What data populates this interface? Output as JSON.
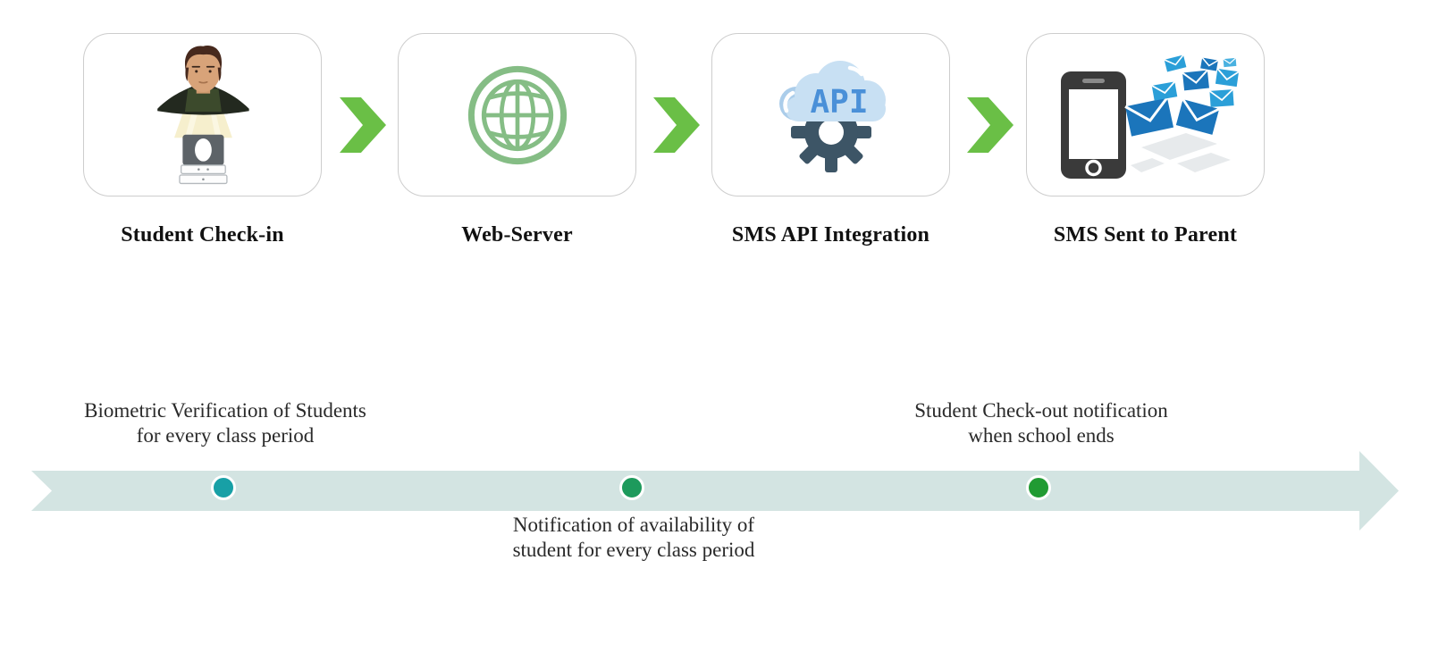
{
  "flow": {
    "chevron_color": "#6abf46",
    "steps": [
      {
        "label": "Student Check-in",
        "icon": "biometric-checkin-icon"
      },
      {
        "label": "Web-Server",
        "icon": "globe-icon"
      },
      {
        "label": "SMS API Integration",
        "icon": "cloud-api-gear-icon",
        "icon_text": "API"
      },
      {
        "label": "SMS Sent to Parent",
        "icon": "phone-sms-icon"
      }
    ]
  },
  "timeline": {
    "band_color": "#d3e4e2",
    "milestones": [
      {
        "line1": "Biometric Verification of Students",
        "line2": "for every class period",
        "dot_color": "#18a0a6",
        "label_position": "above"
      },
      {
        "line1": "Notification of availability of",
        "line2": "student for every class period",
        "dot_color": "#1d9a5c",
        "label_position": "below"
      },
      {
        "line1": "Student Check-out notification",
        "line2": "when school ends",
        "dot_color": "#219b33",
        "label_position": "above"
      }
    ]
  }
}
